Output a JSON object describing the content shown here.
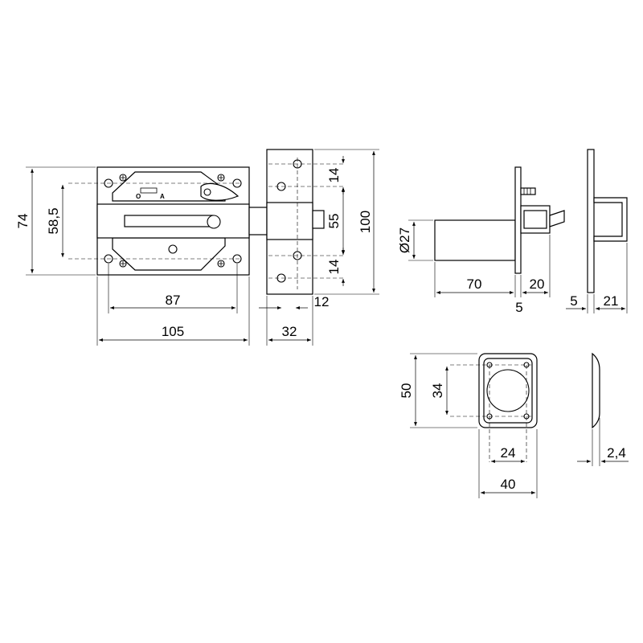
{
  "dimensions": {
    "height_total": "74",
    "hole_pitch": "58,5",
    "bolt_travel": "87",
    "body_width": "105",
    "keeper_width": "32",
    "keeper_depth": "12",
    "keeper_height": "100",
    "keeper_pitch_top": "14",
    "keeper_slot": "55",
    "keeper_pitch_bottom": "14",
    "cylinder_diameter": "Ø27",
    "cylinder_length": "70",
    "cylinder_projection": "20",
    "plate_thickness": "5",
    "side_plate_thickness": "5",
    "side_depth": "21",
    "rosette_height": "50",
    "rosette_pitch_v": "34",
    "rosette_pitch_h": "24",
    "rosette_width": "40",
    "rosette_thickness": "2,4"
  },
  "marks": {
    "off": "O",
    "on": "A"
  }
}
